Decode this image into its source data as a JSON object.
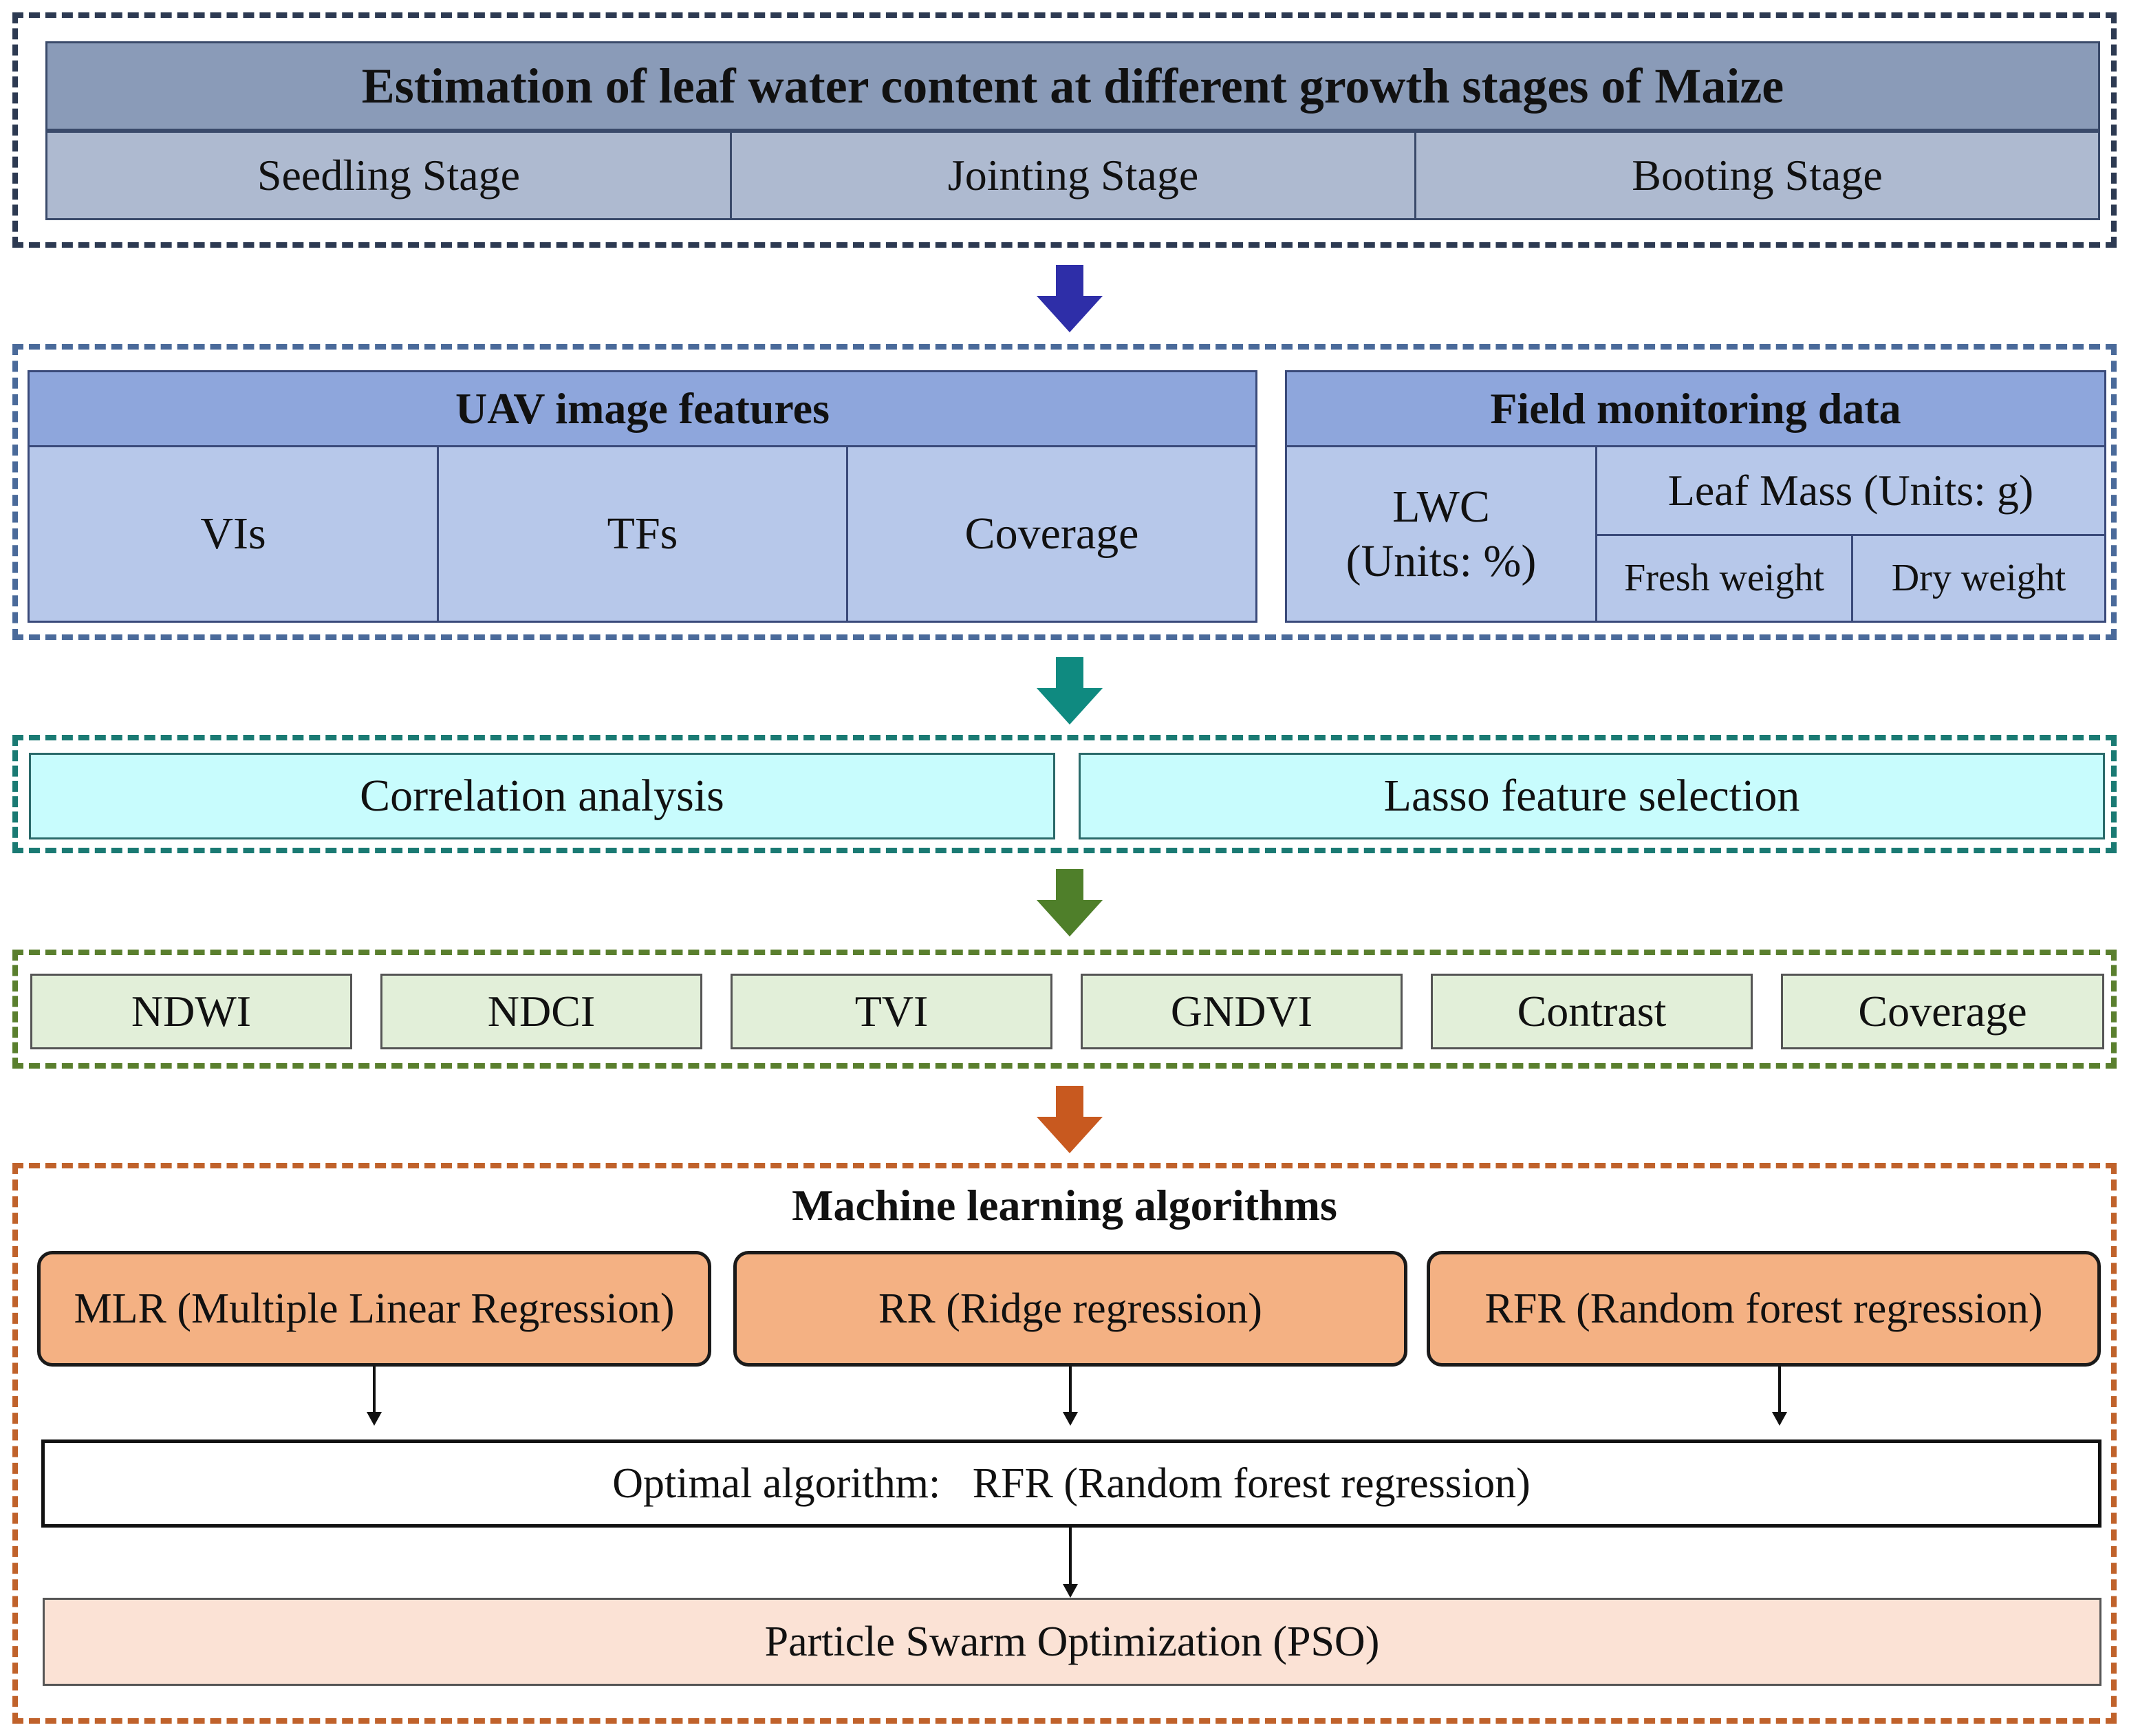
{
  "colors": {
    "section1_border": "#2d3a52",
    "section2_border": "#4a6a9a",
    "section3_border": "#1a7a73",
    "section4_border": "#5a7f2e",
    "section5_border": "#c0622b",
    "arrow1": "#2e2ea8",
    "arrow2": "#0f8a80",
    "arrow3": "#4f7f2a",
    "arrow4": "#c8591f",
    "title_fill": "#8a9bb8",
    "stage_fill": "#aebad0",
    "uav_header_fill": "#8ea6dc",
    "uav_cell_fill": "#b7c8ea",
    "analysis_fill": "#c8fcfd",
    "feature_fill": "#e2efd9",
    "ml_fill": "#f4b183",
    "pso_fill": "#fbe2d5"
  },
  "stage_section": {
    "title": "Estimation of leaf water content at different growth stages of Maize",
    "stages": [
      "Seedling Stage",
      "Jointing Stage",
      "Booting Stage"
    ]
  },
  "data_section": {
    "uav": {
      "title": "UAV image features",
      "items": [
        "VIs",
        "TFs",
        "Coverage"
      ]
    },
    "field": {
      "title": "Field monitoring data",
      "lwc": [
        "LWC",
        "(Units: %)"
      ],
      "leaf_mass": "Leaf Mass (Units: g)",
      "weights": [
        "Fresh weight",
        "Dry weight"
      ]
    }
  },
  "selection_section": {
    "methods": [
      "Correlation analysis",
      "Lasso feature selection"
    ]
  },
  "features_section": {
    "features": [
      "NDWI",
      "NDCI",
      "TVI",
      "GNDVI",
      "Contrast",
      "Coverage"
    ]
  },
  "ml_section": {
    "title": "Machine learning algorithms",
    "algorithms": [
      "MLR (Multiple Linear Regression)",
      "RR (Ridge regression)",
      "RFR (Random forest regression)"
    ],
    "optimal": "Optimal algorithm:   RFR (Random forest regression)",
    "pso": "Particle Swarm Optimization (PSO)"
  }
}
